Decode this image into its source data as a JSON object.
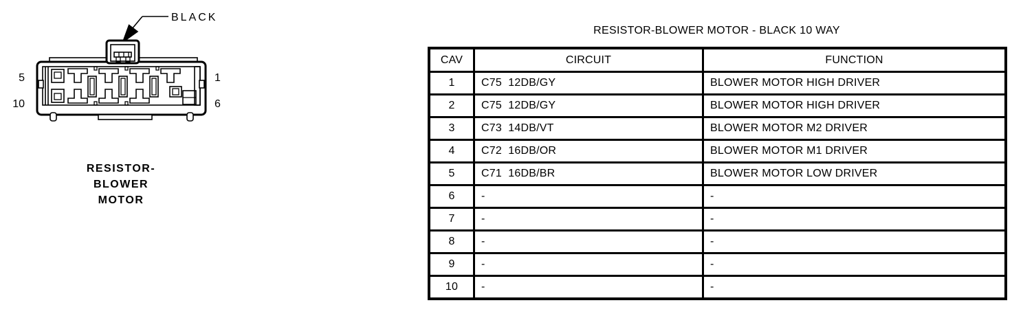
{
  "page": {
    "background_color": "#ffffff",
    "ink_color": "#000000"
  },
  "connector_diagram": {
    "color_callout": "BLACK",
    "pins": {
      "top_left": "5",
      "bottom_left": "10",
      "top_right": "1",
      "bottom_right": "6"
    },
    "caption_lines": [
      "RESISTOR-",
      "BLOWER",
      "MOTOR"
    ]
  },
  "pinout_table": {
    "title": "RESISTOR-BLOWER MOTOR - BLACK 10 WAY",
    "columns": [
      "CAV",
      "CIRCUIT",
      "FUNCTION"
    ],
    "rows": [
      {
        "cav": "1",
        "circuit": "C75  12DB/GY",
        "function": "BLOWER MOTOR HIGH DRIVER"
      },
      {
        "cav": "2",
        "circuit": "C75  12DB/GY",
        "function": "BLOWER MOTOR HIGH DRIVER"
      },
      {
        "cav": "3",
        "circuit": "C73  14DB/VT",
        "function": "BLOWER MOTOR M2 DRIVER"
      },
      {
        "cav": "4",
        "circuit": "C72  16DB/OR",
        "function": "BLOWER MOTOR M1 DRIVER"
      },
      {
        "cav": "5",
        "circuit": "C71  16DB/BR",
        "function": "BLOWER MOTOR LOW DRIVER"
      },
      {
        "cav": "6",
        "circuit": "-",
        "function": "-"
      },
      {
        "cav": "7",
        "circuit": "-",
        "function": "-"
      },
      {
        "cav": "8",
        "circuit": "-",
        "function": "-"
      },
      {
        "cav": "9",
        "circuit": "-",
        "function": "-"
      },
      {
        "cav": "10",
        "circuit": "-",
        "function": "-"
      }
    ]
  }
}
